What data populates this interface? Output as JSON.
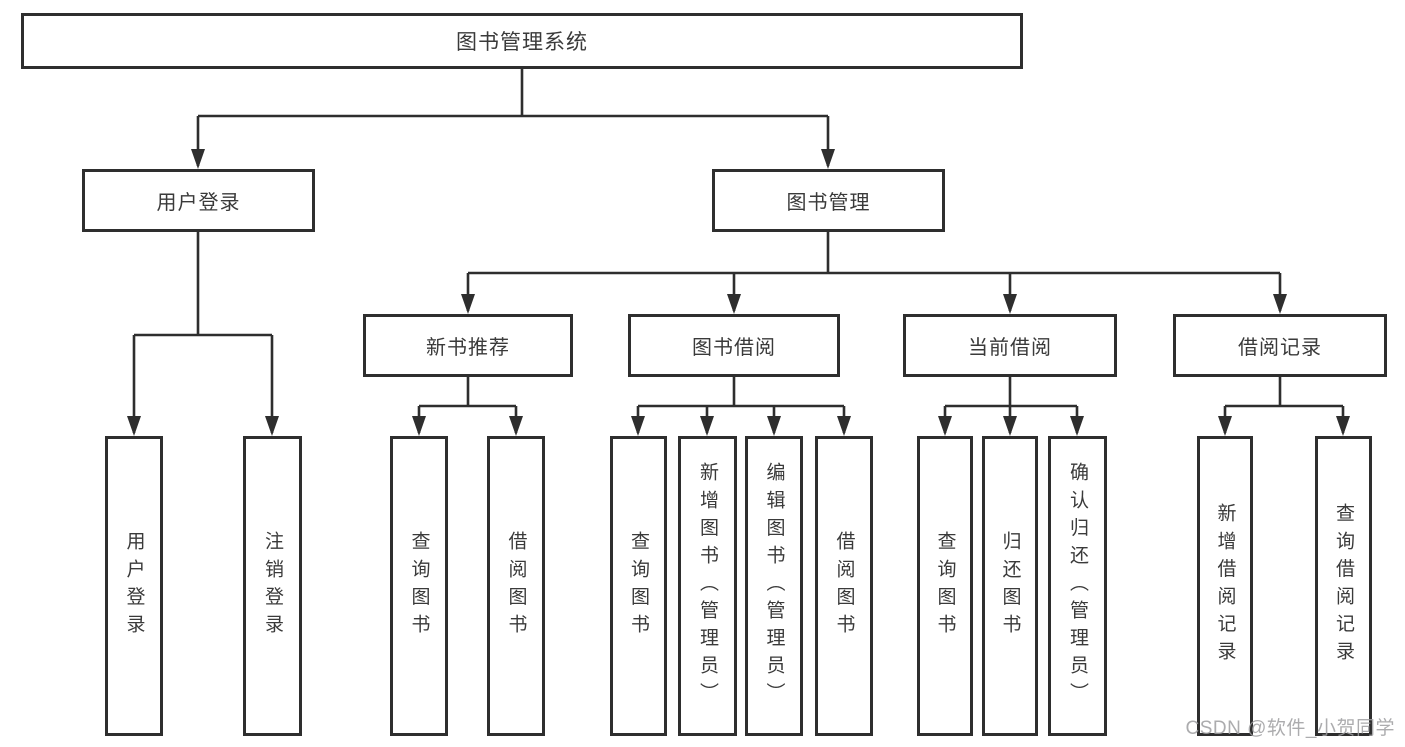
{
  "tree": {
    "root": "图书管理系统",
    "level2": [
      {
        "label": "用户登录"
      },
      {
        "label": "图书管理"
      }
    ],
    "level3": [
      {
        "label": "新书推荐"
      },
      {
        "label": "图书借阅"
      },
      {
        "label": "当前借阅"
      },
      {
        "label": "借阅记录"
      }
    ],
    "leaves": {
      "user_login": [
        "用户登录",
        "注销登录"
      ],
      "new_book": [
        "查询图书",
        "借阅图书"
      ],
      "borrow": [
        "查询图书",
        "新增图书（管理员）",
        "编辑图书（管理员）",
        "借阅图书"
      ],
      "current": [
        "查询图书",
        "归还图书",
        "确认归还（管理员）"
      ],
      "records": [
        "新增借阅记录",
        "查询借阅记录"
      ]
    }
  },
  "watermark": "CSDN @软件_小贺同学",
  "colors": {
    "line": "#2e2e2e",
    "box_border": "#2e2e2e",
    "text": "#3a3a3a",
    "background": "#ffffff",
    "watermark": "#9e9ea0"
  }
}
